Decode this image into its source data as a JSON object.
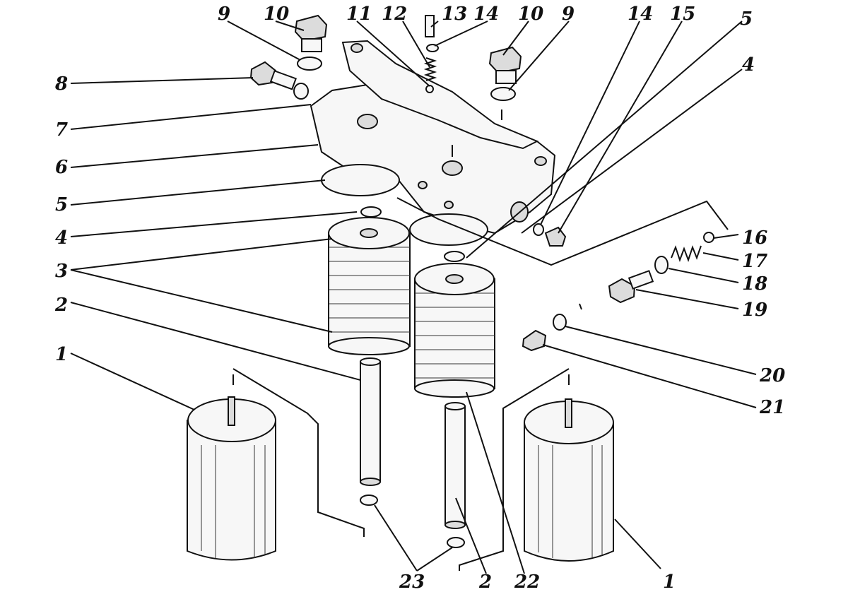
{
  "labels": {
    "l1_left": "1",
    "l1_right": "1",
    "l2_left": "2",
    "l2_bottom": "2",
    "l3": "3",
    "l4_left": "4",
    "l4_right": "4",
    "l5_left": "5",
    "l5_right": "5",
    "l6": "6",
    "l7": "7",
    "l8": "8",
    "l9_left": "9",
    "l9_right": "9",
    "l10_left": "10",
    "l10_right": "10",
    "l11": "11",
    "l12": "12",
    "l13": "13",
    "l14_top": "14",
    "l14_right": "14",
    "l15": "15",
    "l16": "16",
    "l17": "17",
    "l18": "18",
    "l19": "19",
    "l20": "20",
    "l21": "21",
    "l22": "22",
    "l23": "23"
  }
}
